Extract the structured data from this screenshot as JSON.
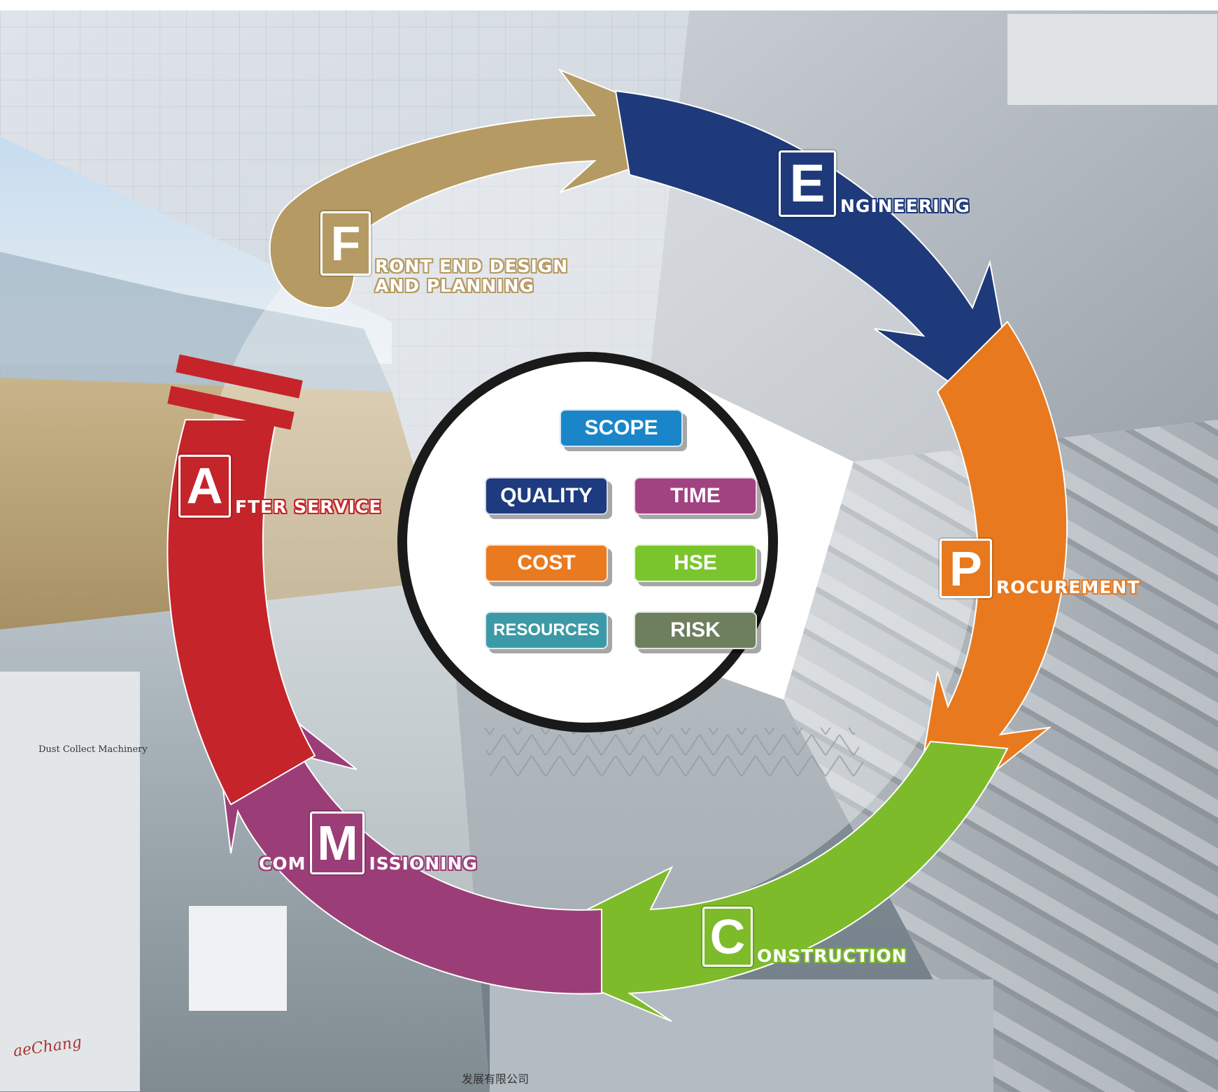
{
  "phases": [
    {
      "letter": "F",
      "rest": "RONT END DESIGN\nAND PLANNING",
      "color": "#b59a63"
    },
    {
      "letter": "E",
      "rest": "NGINEERING",
      "color": "#1f3a7a"
    },
    {
      "letter": "P",
      "rest": "ROCUREMENT",
      "color": "#e8791e"
    },
    {
      "letter": "C",
      "rest": "ONSTRUCTION",
      "color": "#7dbb2a"
    },
    {
      "letter": "M",
      "prefix": "COM",
      "rest": "ISSIONING",
      "color": "#9b3e78"
    },
    {
      "letter": "A",
      "rest": "FTER SERVICE",
      "color": "#c4242a"
    }
  ],
  "center": {
    "pills": [
      {
        "label": "SCOPE",
        "color": "#1a86c9"
      },
      {
        "label": "QUALITY",
        "color": "#1e3b7f"
      },
      {
        "label": "TIME",
        "color": "#a24381"
      },
      {
        "label": "COST",
        "color": "#ea7a1f"
      },
      {
        "label": "HSE",
        "color": "#7ac52d"
      },
      {
        "label": "RESOURCES",
        "color": "#3c9aa8"
      },
      {
        "label": "RISK",
        "color": "#6d7f5d"
      }
    ]
  },
  "background_texts": {
    "machine_plate": "Dust Collect Machinery",
    "brand": "aeChang",
    "chinese_sign": "发展有限公司"
  }
}
